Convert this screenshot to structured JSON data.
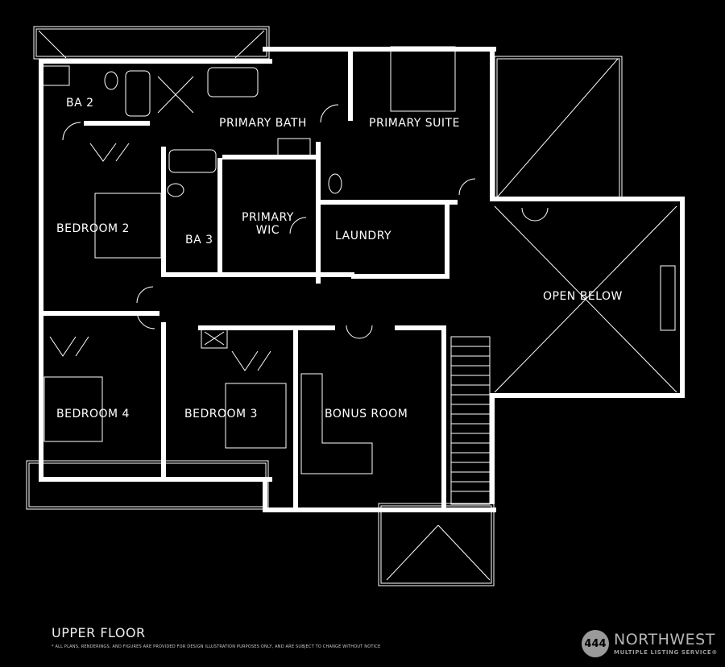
{
  "floor_plan": {
    "title": "UPPER FLOOR",
    "disclaimer": "* ALL PLANS, RENDERINGS, AND FIGURES ARE PROVIDED FOR DESIGN ILLUSTRATION PURPOSES ONLY, AND ARE SUBJECT TO CHANGE WITHOUT NOTICE",
    "rooms": {
      "ba2": "BA 2",
      "primary_bath": "PRIMARY BATH",
      "primary_suite": "PRIMARY SUITE",
      "bedroom2": "BEDROOM 2",
      "ba3": "BA 3",
      "primary_wic_line1": "PRIMARY",
      "primary_wic_line2": "WIC",
      "laundry": "LAUNDRY",
      "open_below": "OPEN BELOW",
      "bedroom4": "BEDROOM 4",
      "bedroom3": "BEDROOM 3",
      "bonus_room": "BONUS ROOM"
    },
    "colors": {
      "background": "#000000",
      "walls": "#ffffff",
      "logo": "#9a9a9a"
    }
  },
  "logo": {
    "main": "NORTHWEST",
    "sub": "MULTIPLE LISTING SERVICE®",
    "mark": "444"
  }
}
